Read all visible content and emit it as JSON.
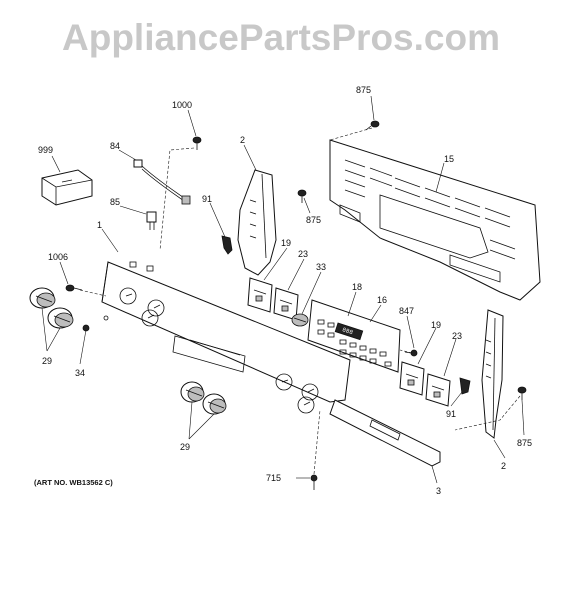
{
  "watermark": "AppliancePartsPros.com",
  "art_number": "(ART NO. WB13562 C)",
  "callouts": {
    "c1000": "1000",
    "c875_top": "875",
    "c999": "999",
    "c84": "84",
    "c2_top": "2",
    "c15": "15",
    "c85": "85",
    "c91_left": "91",
    "c875_mid": "875",
    "c1": "1",
    "c1006": "1006",
    "c19_left": "19",
    "c23_left": "23",
    "c33": "33",
    "c18": "18",
    "c16": "16",
    "c847": "847",
    "c19_right": "19",
    "c23_right": "23",
    "c29_left": "29",
    "c34": "34",
    "c91_right": "91",
    "c875_right": "875",
    "c29_bottom": "29",
    "c2_bottom": "2",
    "c715": "715",
    "c3": "3"
  },
  "clock_display": "888"
}
